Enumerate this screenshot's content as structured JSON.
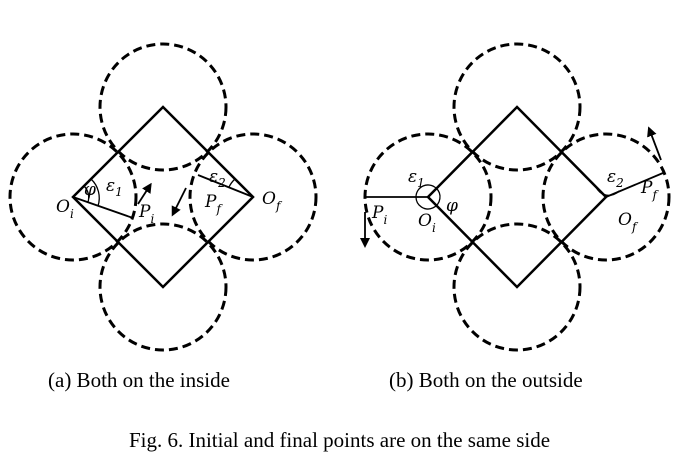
{
  "figure": {
    "caption": "Fig. 6.  Initial and final points are on the same side",
    "subfigures": [
      {
        "caption": "(a) Both on the inside",
        "labels": {
          "phi": "φ",
          "eps1": "ε",
          "eps1_sub": "1",
          "eps2": "ε",
          "eps2_sub": "2",
          "oi": "O",
          "oi_sub": "i",
          "pi": "P",
          "pi_sub": "i",
          "pf": "P",
          "pf_sub": "f",
          "of": "O",
          "of_sub": "f"
        }
      },
      {
        "caption": "(b) Both on the outside",
        "labels": {
          "eps1": "ε",
          "eps1_sub": "1",
          "phi": "φ",
          "pi": "P",
          "pi_sub": "i",
          "oi": "O",
          "oi_sub": "i",
          "eps2": "ε",
          "eps2_sub": "2",
          "pf": "P",
          "pf_sub": "f",
          "of": "O",
          "of_sub": "f"
        }
      }
    ]
  }
}
